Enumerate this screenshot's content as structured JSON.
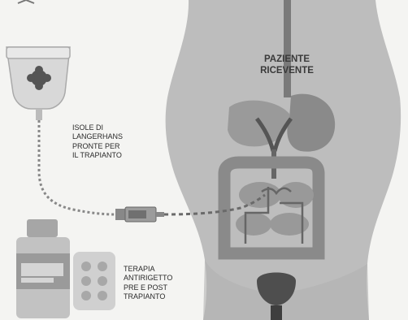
{
  "labels": {
    "patient": [
      "PAZIENTE",
      "RICEVENTE"
    ],
    "islets": [
      "ISOLE DI",
      "LANGERHANS",
      "PRONTE PER",
      "IL TRAPIANTO"
    ],
    "therapy": [
      "TERAPIA",
      "ANTIRIGETTO",
      "PRE E POST",
      "TRAPIANTO"
    ]
  },
  "colors": {
    "body": "#bdbdbd",
    "organs": "#8e8e8e",
    "organs_dark": "#6f6f6f",
    "bag": "#d8d8d8",
    "bag_center": "#555555",
    "bottle": "#b5b5b5",
    "line": "#5a5a5a"
  }
}
